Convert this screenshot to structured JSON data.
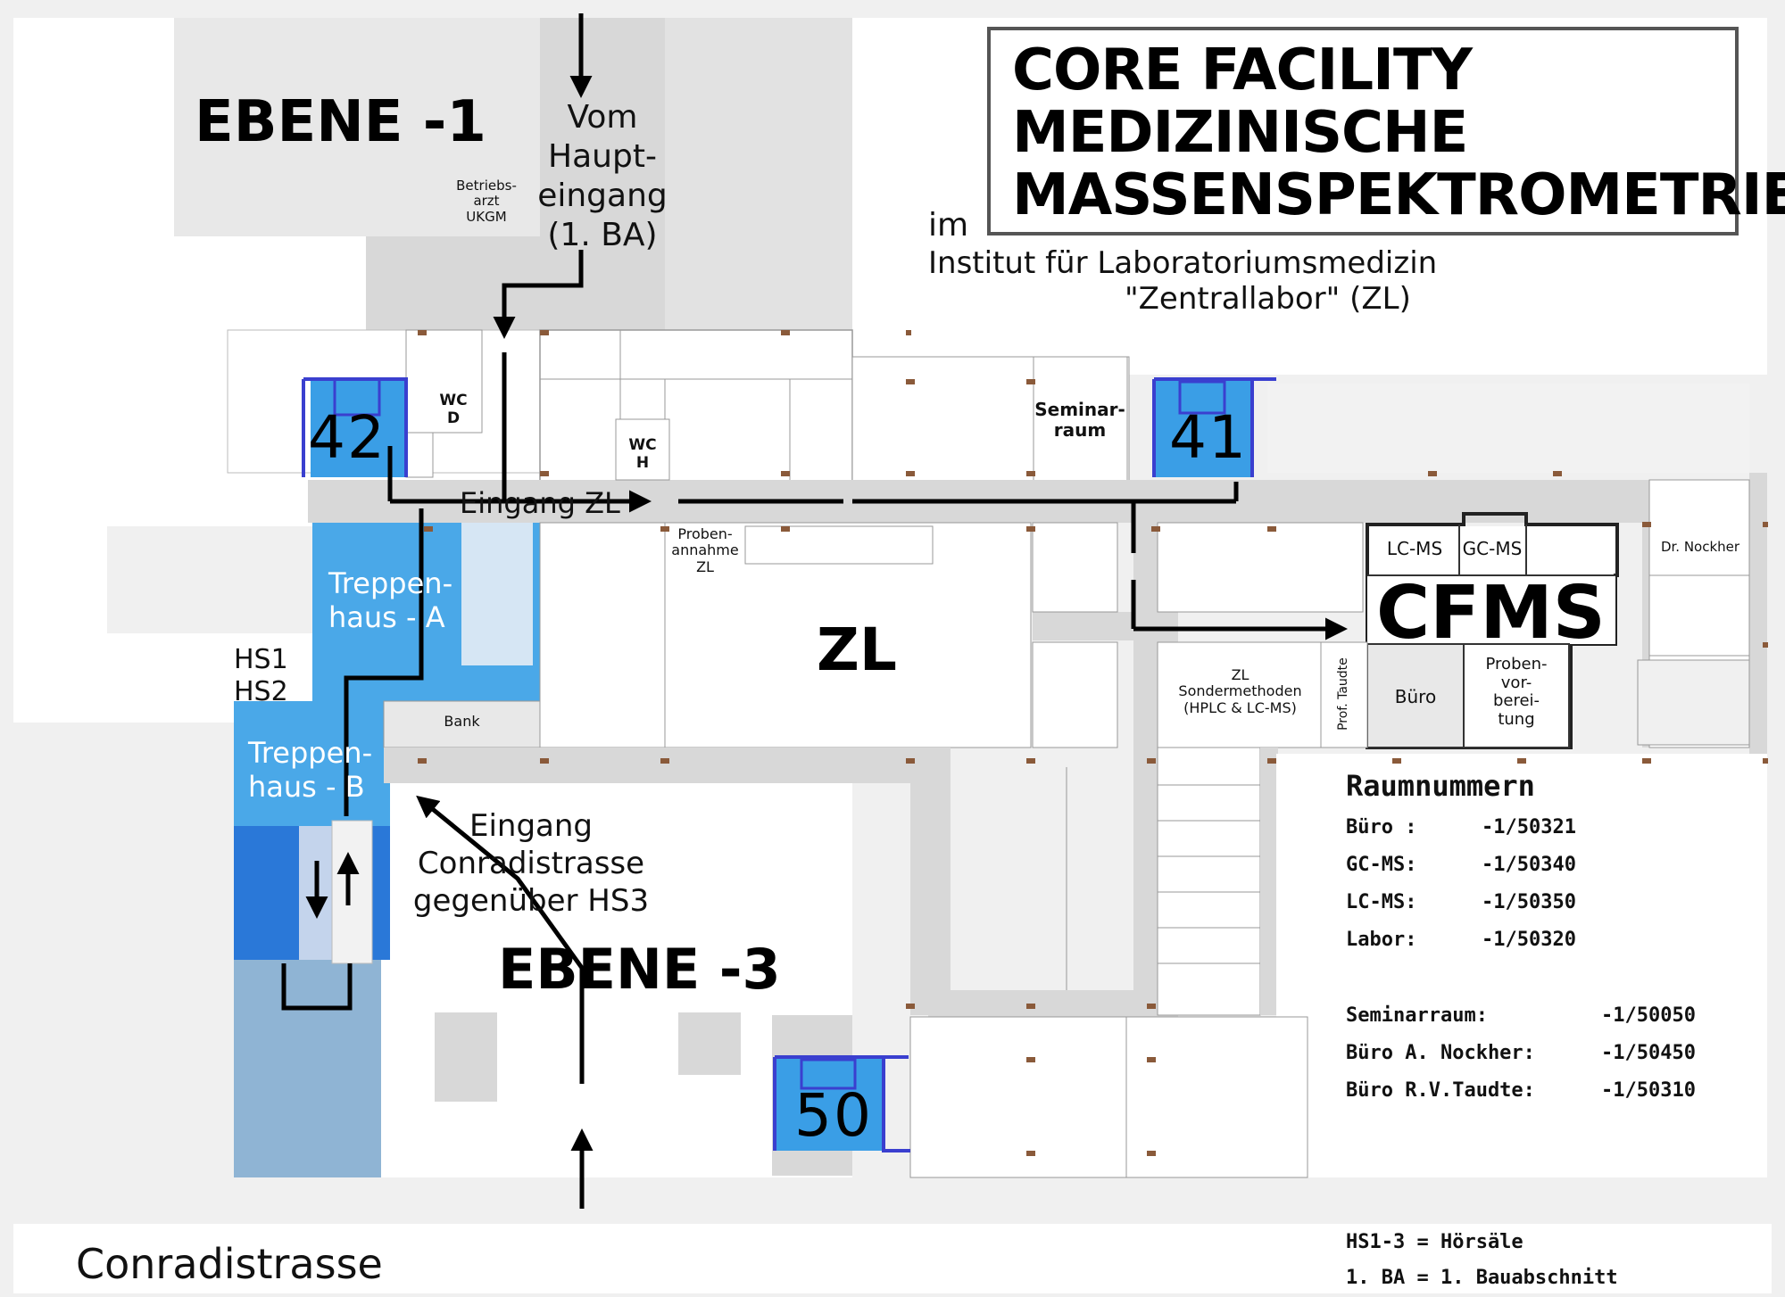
{
  "title": {
    "line1": "CORE FACILITY",
    "line2": "MEDIZINISCHE",
    "line3": "MASSENSPEKTROMETRIE"
  },
  "institute": {
    "line1": "im",
    "line2": "Institut für Laboratoriumsmedizin",
    "line3": "\"Zentrallabor\"  (ZL)"
  },
  "levels": {
    "upper": "EBENE  -1",
    "lower": "EBENE  -3"
  },
  "entrances": {
    "main": [
      "Vom",
      "Haupt-",
      "eingang",
      "(1. BA)"
    ],
    "zl": "Eingang ZL",
    "conradi": [
      "Eingang",
      "Conradistrasse",
      "gegenüber HS3"
    ]
  },
  "rooms": {
    "betriebsarzt": [
      "Betriebs-",
      "arzt",
      "UKGM"
    ],
    "wc_d": [
      "WC",
      "D"
    ],
    "wc_h": [
      "WC",
      "H"
    ],
    "seminarraum": [
      "Seminar-",
      "raum"
    ],
    "probenannahme": [
      "Proben-",
      "annahme",
      "ZL"
    ],
    "dr_nockher": "Dr. Nockher",
    "lc_ms": "LC-MS",
    "gc_ms": "GC-MS",
    "cfms": "CFMS",
    "zl": "ZL",
    "zl_sonder": [
      "ZL",
      "Sondermethoden",
      "(HPLC & LC-MS)"
    ],
    "prof_taudte": "Prof. Taudte",
    "buero": "Büro",
    "probenvorbereitung": [
      "Proben-",
      "vor-",
      "berei-",
      "tung"
    ],
    "bank": "Bank",
    "hs": [
      "HS1",
      "HS2"
    ],
    "treppe_a": [
      "Treppen-",
      "haus - A"
    ],
    "treppe_b": [
      "Treppen-",
      "haus - B"
    ]
  },
  "elevators": {
    "e42": "42",
    "e41": "41",
    "e50": "50"
  },
  "street": "Conradistrasse",
  "room_numbers": {
    "heading": "Raumnummern",
    "rows": [
      {
        "label": "Büro :",
        "value": "-1/50321"
      },
      {
        "label": "GC-MS:",
        "value": "-1/50340"
      },
      {
        "label": "LC-MS:",
        "value": "-1/50350"
      },
      {
        "label": "Labor:",
        "value": "-1/50320"
      }
    ],
    "rows2": [
      {
        "label": "Seminarraum:",
        "value": "-1/50050"
      },
      {
        "label": "Büro A. Nockher:",
        "value": "-1/50450"
      },
      {
        "label": "Büro R.V.Taudte:",
        "value": "-1/50310"
      }
    ]
  },
  "legend": {
    "hs": "HS1-3 = Hörsäle",
    "ba": "1. BA = 1. Bauabschnitt"
  },
  "colors": {
    "stair_blue": "#4aa8e8",
    "elevator_blue": "#3a9ee6",
    "elevator_frame": "#3a3fcf",
    "corridor": "#d8d8d8",
    "lower_blue": "#8fb4d4"
  }
}
